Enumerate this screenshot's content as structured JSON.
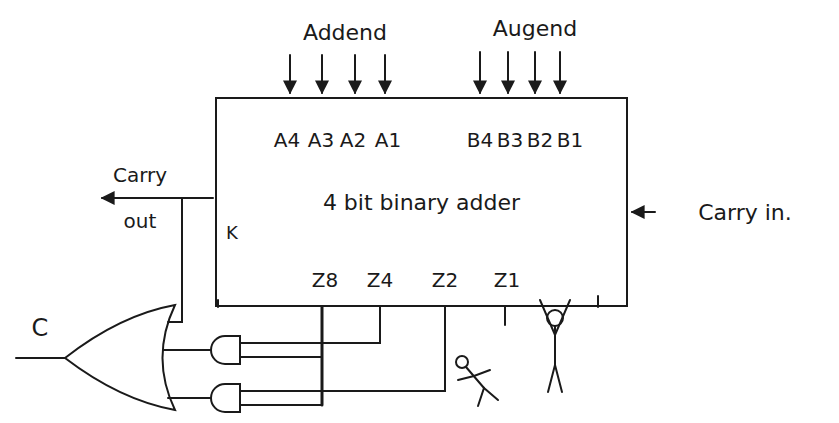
{
  "diagram": {
    "nodes": [
      {
        "text": [
          "4 bit binary adder"
        ]
      }
    ],
    "labels": [
      "Addend",
      "Augend",
      "A4",
      "A3",
      "A2",
      "A1",
      "B4",
      "B3",
      "B2",
      "B1",
      "Carry out",
      "Carry in.",
      "K",
      "Z8",
      "Z4",
      "Z2",
      "Z1",
      "C"
    ]
  }
}
